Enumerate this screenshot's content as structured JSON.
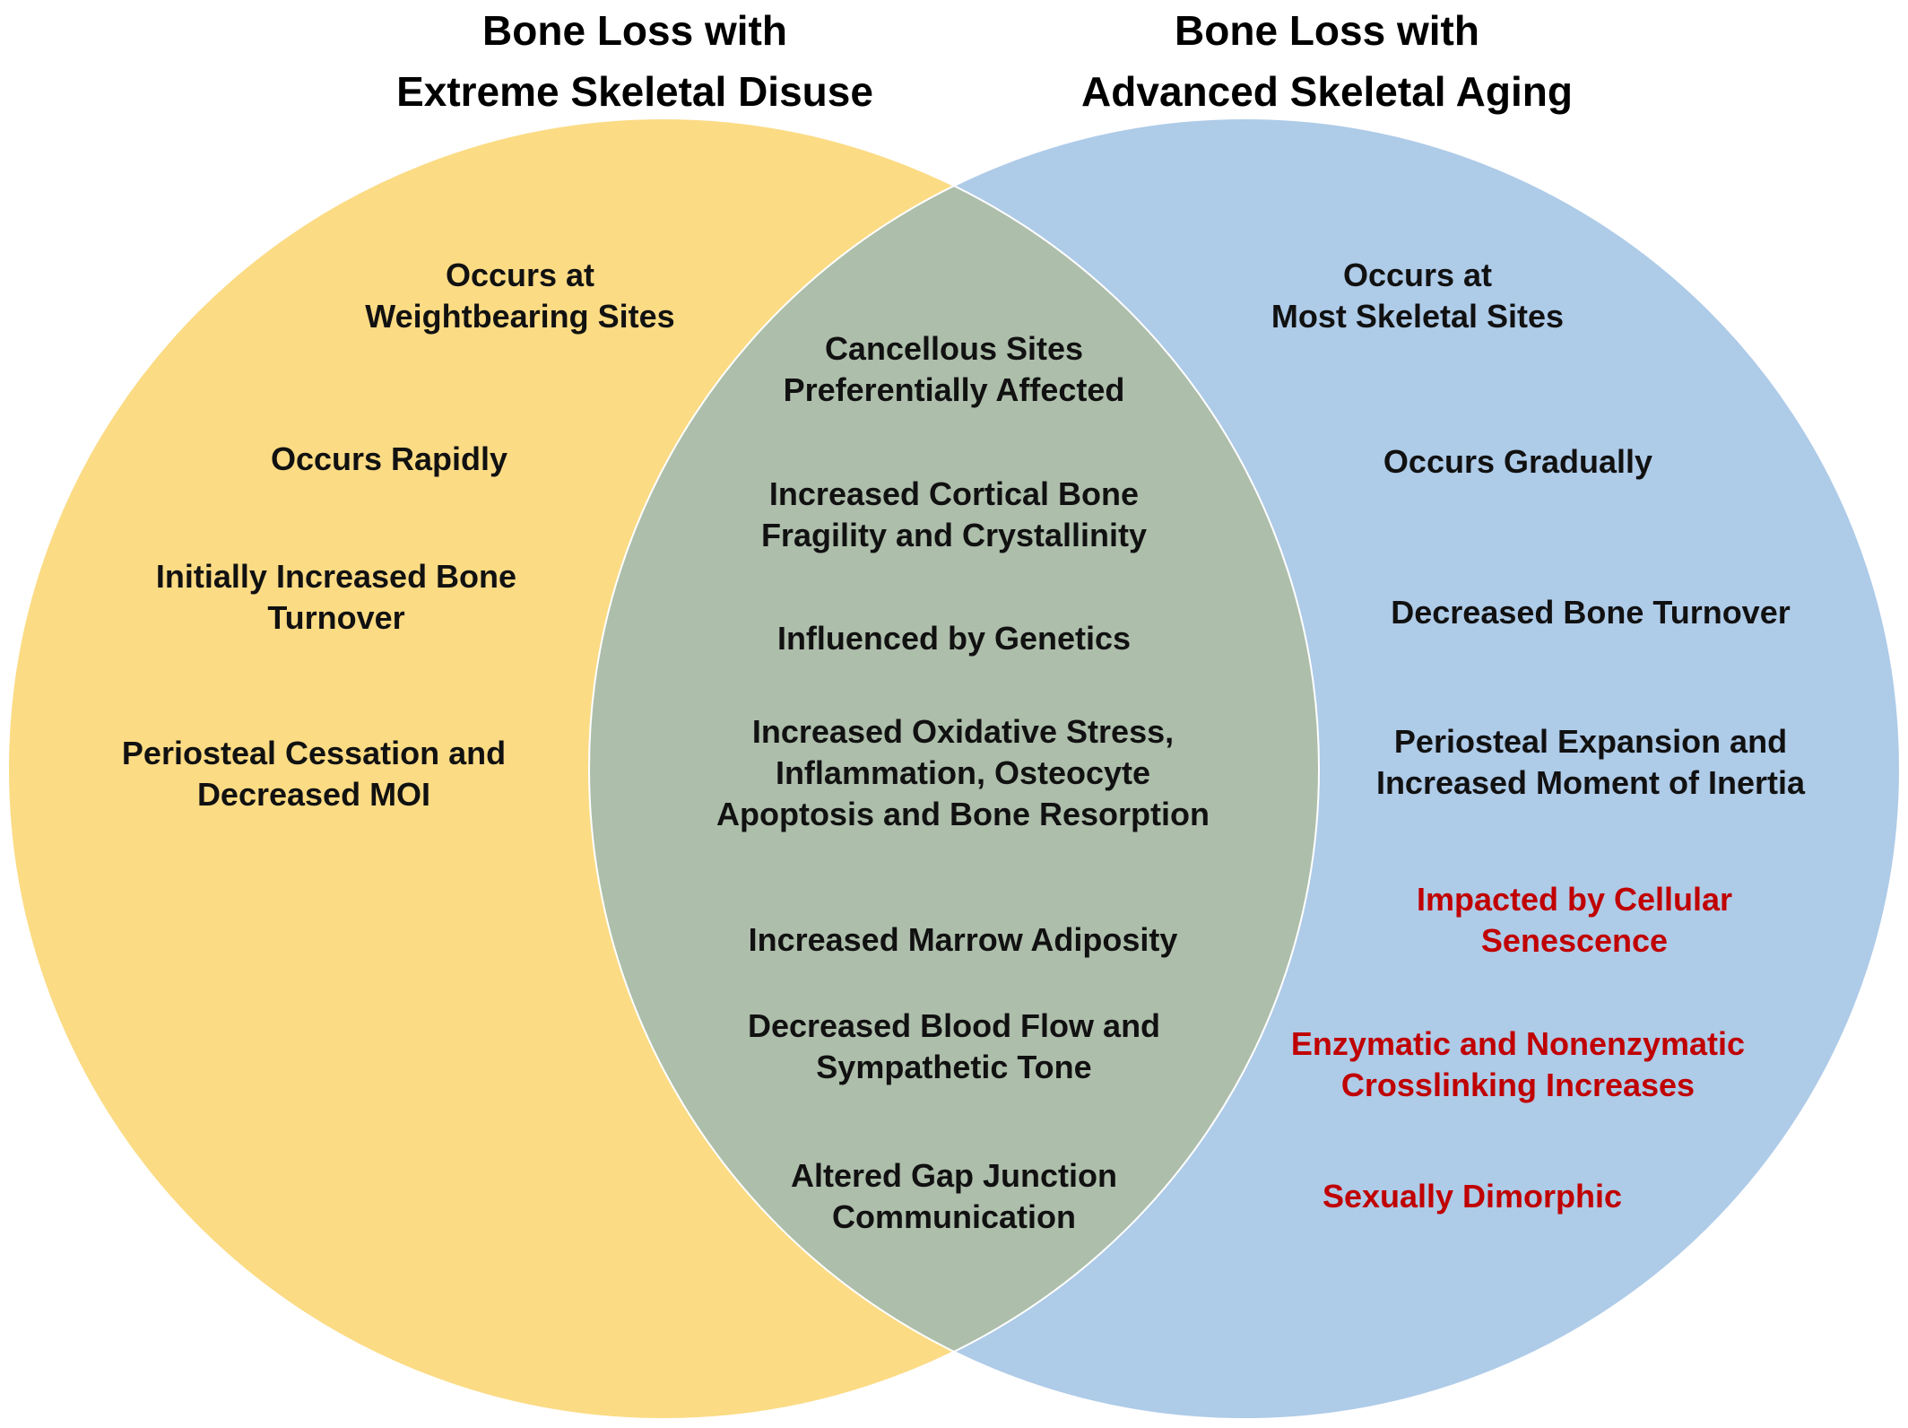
{
  "colors": {
    "disuse_circle": "#fbdb84",
    "aging_circle": "#aecbe8",
    "overlap": "#adbeab",
    "text": "#111111",
    "highlight_text": "#c00000"
  },
  "titles": {
    "disuse": [
      "Bone Loss with",
      "Extreme Skeletal Disuse"
    ],
    "aging": [
      "Bone Loss with",
      "Advanced Skeletal Aging"
    ]
  },
  "disuse_only": [
    [
      "Occurs at",
      "Weightbearing Sites"
    ],
    [
      "Occurs Rapidly"
    ],
    [
      "Initially Increased Bone",
      "Turnover"
    ],
    [
      "Periosteal Cessation and",
      "Decreased MOI"
    ]
  ],
  "shared": [
    [
      "Cancellous Sites",
      "Preferentially Affected"
    ],
    [
      "Increased Cortical Bone",
      "Fragility and Crystallinity"
    ],
    [
      "Influenced by Genetics"
    ],
    [
      "Increased Oxidative Stress,",
      "Inflammation, Osteocyte",
      "Apoptosis and Bone Resorption"
    ],
    [
      "Increased Marrow Adiposity"
    ],
    [
      "Decreased Blood Flow and",
      "Sympathetic Tone"
    ],
    [
      "Altered Gap Junction",
      "Communication"
    ]
  ],
  "aging_only": [
    [
      "Occurs at",
      "Most Skeletal Sites"
    ],
    [
      "Occurs Gradually"
    ],
    [
      "Decreased Bone Turnover"
    ],
    [
      "Periosteal Expansion and",
      "Increased Moment of Inertia"
    ]
  ],
  "aging_only_highlighted": [
    [
      "Impacted by Cellular",
      "Senescence"
    ],
    [
      "Enzymatic and Nonenzymatic",
      "Crosslinking Increases"
    ],
    [
      "Sexually Dimorphic"
    ]
  ]
}
